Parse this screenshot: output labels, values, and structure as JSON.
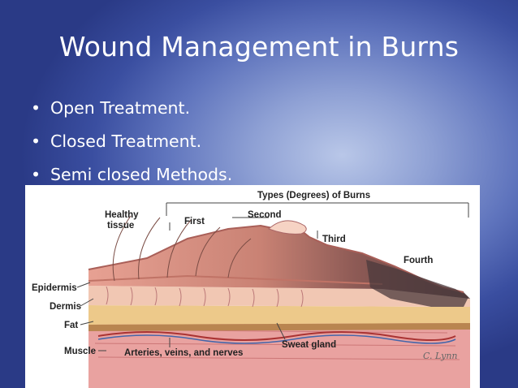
{
  "slide": {
    "title": "Wound Management in Burns",
    "bullets": [
      {
        "marker": "•",
        "text": "Open Treatment."
      },
      {
        "marker": "•",
        "text": "Closed Treatment."
      },
      {
        "marker": "•",
        "text": "Semi closed Methods."
      }
    ]
  },
  "figure": {
    "heading": "Types (Degrees) of Burns",
    "degrees": [
      "First",
      "Second",
      "Third",
      "Fourth"
    ],
    "layers": [
      "Epidermis",
      "Dermis",
      "Fat",
      "Muscle"
    ],
    "healthy_label": [
      "Healthy",
      "tissue"
    ],
    "structures": [
      "Arteries, veins, and nerves",
      "Sweat gland"
    ],
    "artist_signature": "C. Lynn"
  },
  "colors": {
    "background_center": "#b9c7e8",
    "background_edge": "#2a3a86",
    "text": "#ffffff"
  }
}
